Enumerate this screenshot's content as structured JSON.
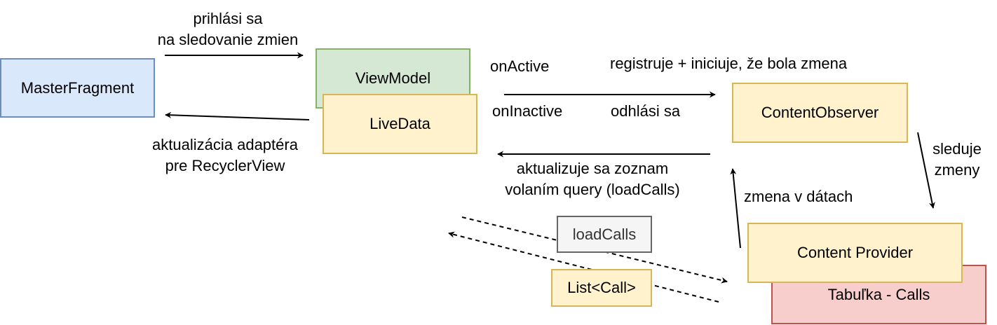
{
  "nodes": {
    "master_fragment": "MasterFragment",
    "view_model": "ViewModel",
    "live_data": "LiveData",
    "content_observer": "ContentObserver",
    "tabulka_calls": "Tabuľka - Calls",
    "content_provider": "Content Provider",
    "load_calls": "loadCalls",
    "list_call": "List<Call>"
  },
  "labels": {
    "prihlasi_line1": "prihlási sa",
    "prihlasi_line2": "na sledovanie zmien",
    "aktualizacia_line1": "aktualizácia adaptéra",
    "aktualizacia_line2": "pre RecyclerView",
    "on_active": "onActive",
    "on_inactive": "onInactive",
    "registruje": "registruje + iniciuje, že bola zmena",
    "odhlasi": "odhlási sa",
    "aktualizuje_line1": "aktualizuje sa zoznam",
    "aktualizuje_line2": "volaním query (loadCalls)",
    "sleduje_line1": "sleduje",
    "sleduje_line2": "zmeny",
    "zmena_v_datach": "zmena v dátach"
  },
  "colors": {
    "blue_fill": "#dae8fc",
    "blue_stroke": "#6c8ebf",
    "green_fill": "#d5e8d4",
    "green_stroke": "#82b366",
    "yellow_fill": "#fff2cc",
    "yellow_stroke": "#d6b656",
    "red_fill": "#f8cecc",
    "red_stroke": "#b85450",
    "gray_fill": "#f5f5f5",
    "gray_stroke": "#666666"
  }
}
